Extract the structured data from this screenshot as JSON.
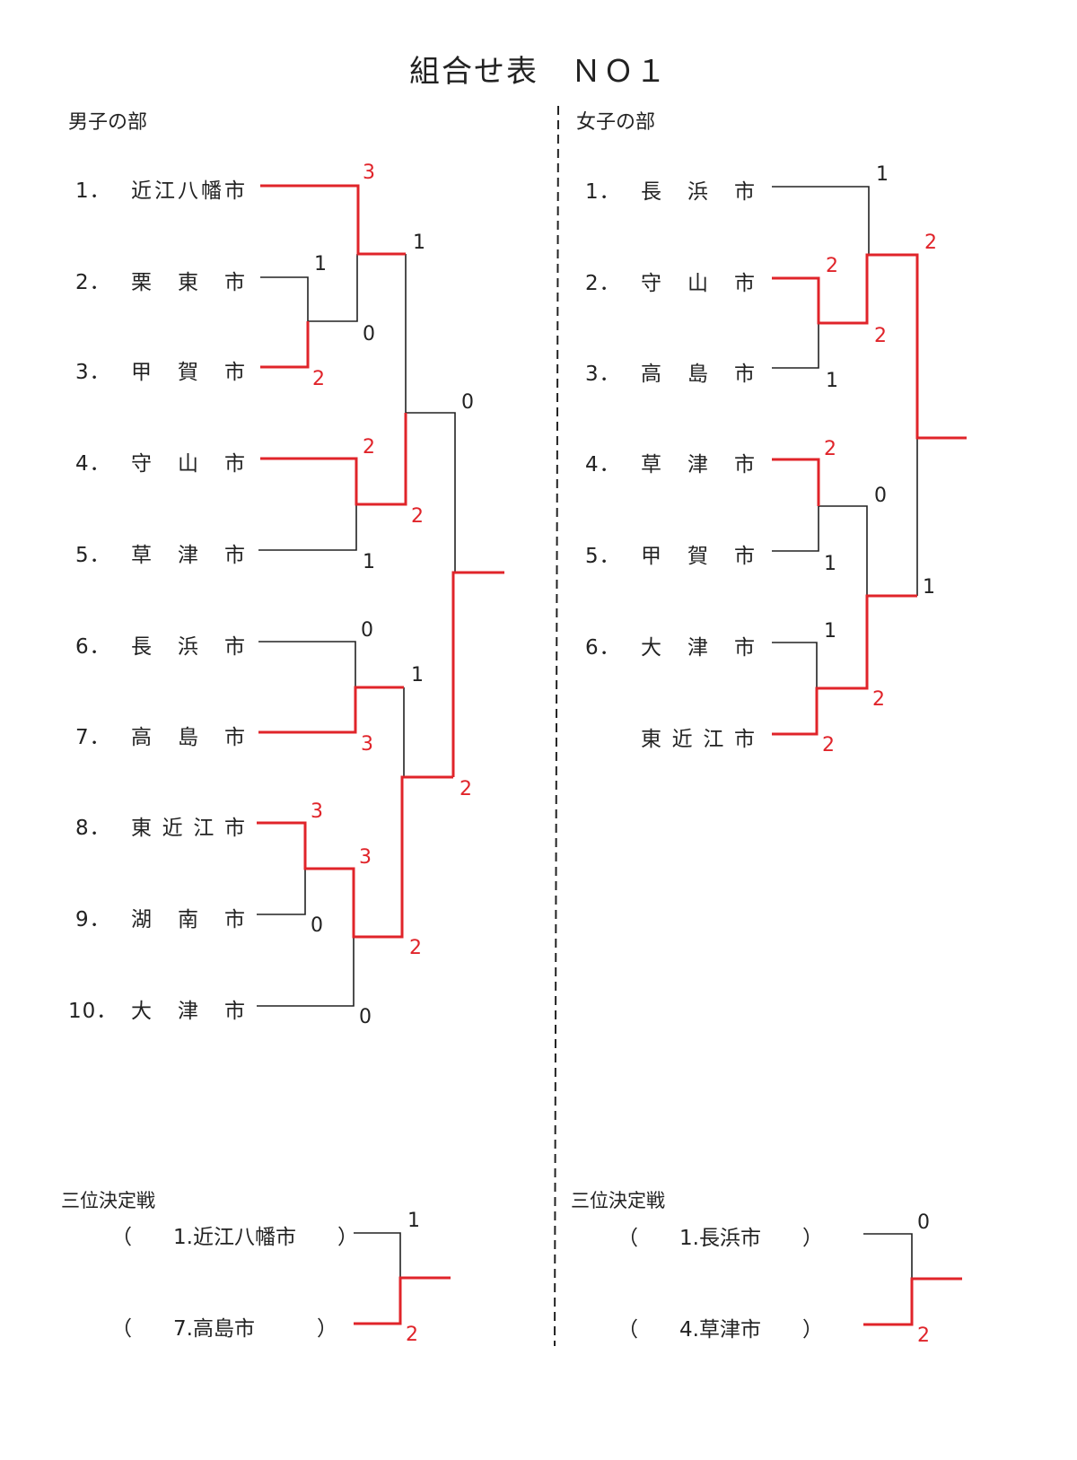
{
  "title": "組合せ表　ＮＯ１",
  "colors": {
    "win": "#e0242a",
    "lose": "#222222"
  },
  "men": {
    "heading": "男子の部",
    "teams": [
      {
        "num": "1．",
        "name": "近江八幡市"
      },
      {
        "num": "2．",
        "name": "栗東市"
      },
      {
        "num": "3．",
        "name": "甲賀市"
      },
      {
        "num": "4．",
        "name": "守山市"
      },
      {
        "num": "5．",
        "name": "草津市"
      },
      {
        "num": "6．",
        "name": "長浜市"
      },
      {
        "num": "7．",
        "name": "高島市"
      },
      {
        "num": "8．",
        "name": "東近江市"
      },
      {
        "num": "9．",
        "name": "湖南市"
      },
      {
        "num": "10．",
        "name": "大津市"
      }
    ],
    "scores": [
      "3",
      "1",
      "0",
      "1",
      "2",
      "0",
      "2",
      "2",
      "1",
      "0",
      "1",
      "3",
      "2",
      "3",
      "3",
      "0",
      "2",
      "0"
    ],
    "third_place": {
      "heading": "三位決定戦",
      "entries": [
        "（　　1.近江八幡市　　）",
        "（　　7.高島市　　　）"
      ],
      "scores": [
        "1",
        "2"
      ]
    }
  },
  "women": {
    "heading": "女子の部",
    "teams": [
      {
        "num": "1．",
        "name": "長浜市"
      },
      {
        "num": "2．",
        "name": "守山市"
      },
      {
        "num": "3．",
        "name": "高島市"
      },
      {
        "num": "4．",
        "name": "草津市"
      },
      {
        "num": "5．",
        "name": "甲賀市"
      },
      {
        "num": "6．",
        "name": "大津市"
      },
      {
        "num": "",
        "name": "東近江市"
      }
    ],
    "scores": [
      "1",
      "2",
      "2",
      "2",
      "1",
      "2",
      "0",
      "1",
      "1",
      "1",
      "2",
      "2"
    ],
    "third_place": {
      "heading": "三位決定戦",
      "entries": [
        "（　　1.長浜市　　）",
        "（　　4.草津市　　）"
      ],
      "scores": [
        "0",
        "2"
      ]
    }
  }
}
